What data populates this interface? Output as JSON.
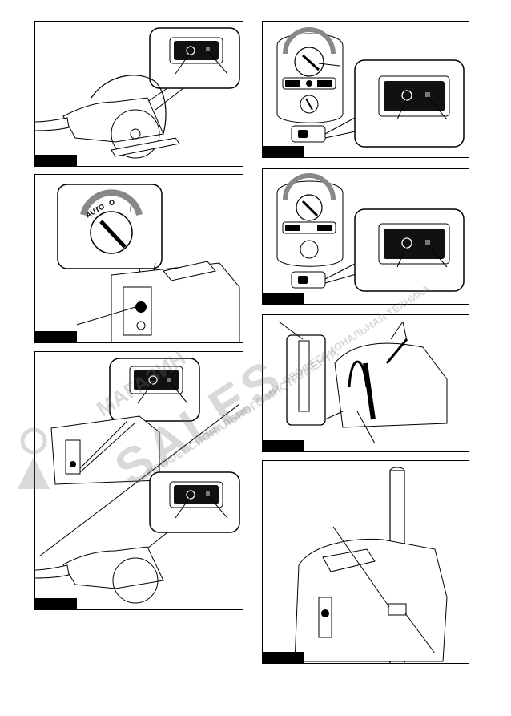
{
  "watermark": {
    "line1": "МАГАЗИН",
    "line2": "SALES",
    "line3": "ПРОФЕССИОНАЛЬНОГО ИНСТРУМЕНТА",
    "line4": "ПРОФЕССИОНАЛЬНАЯ ТЕХНИКА",
    "color": "#b0b0b0"
  },
  "dial_labels": {
    "auto": "AUTO",
    "off": "O",
    "on": "I"
  },
  "figure_tag_color": "#000000"
}
